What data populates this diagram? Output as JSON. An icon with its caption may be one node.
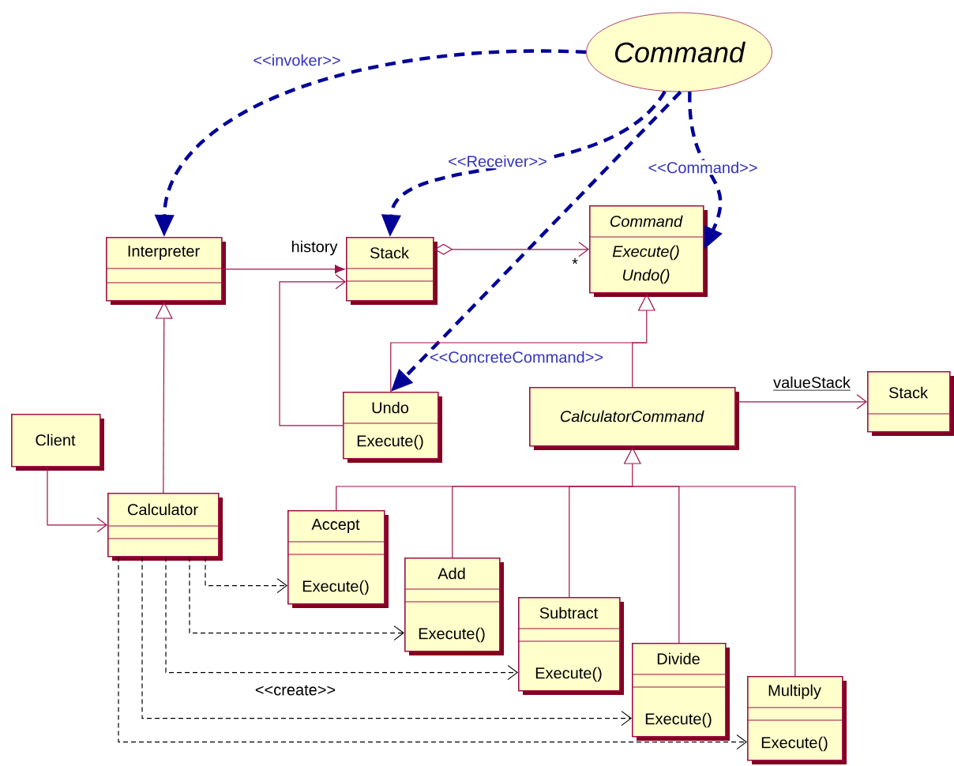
{
  "diagram": {
    "nodes": [
      {
        "text": [
          "Command"
        ]
      },
      {
        "text": [
          "Interpreter"
        ]
      },
      {
        "text": [
          "Stack"
        ]
      },
      {
        "text": [
          "Command",
          "Execute()",
          "Undo()"
        ]
      },
      {
        "text": [
          "Undo",
          "Execute()"
        ]
      },
      {
        "text": [
          "CalculatorCommand"
        ]
      },
      {
        "text": [
          "Stack"
        ]
      },
      {
        "text": [
          "Client"
        ]
      },
      {
        "text": [
          "Calculator"
        ]
      },
      {
        "text": [
          "Accept",
          "Execute()"
        ]
      },
      {
        "text": [
          "Add",
          "Execute()"
        ]
      },
      {
        "text": [
          "Subtract",
          "Execute()"
        ]
      },
      {
        "text": [
          "Divide",
          "Execute()"
        ]
      },
      {
        "text": [
          "Multiply",
          "Execute()"
        ]
      }
    ],
    "edges": [
      {
        "from": 0,
        "to": 1,
        "arrow": "to",
        "label": "<<invoker>>",
        "style": "dashed",
        "color": "#000099"
      },
      {
        "from": 0,
        "to": 2,
        "arrow": "to",
        "label": "<<Receiver>>",
        "style": "dashed",
        "color": "#000099"
      },
      {
        "from": 0,
        "to": 3,
        "arrow": "to",
        "label": "<<Command>>",
        "style": "dashed",
        "color": "#000099"
      },
      {
        "from": 0,
        "to": 4,
        "arrow": "to",
        "label": "<<ConcreteCommand>>",
        "style": "dashed",
        "color": "#000099"
      },
      {
        "from": 1,
        "to": 2,
        "arrow": "to",
        "label": "history"
      },
      {
        "from": 2,
        "to": 3,
        "arrow": "to"
      },
      {
        "from": 4,
        "to": 2,
        "arrow": "to"
      },
      {
        "from": 8,
        "to": 1,
        "arrow": "to"
      },
      {
        "from": 4,
        "to": 3,
        "arrow": "to"
      },
      {
        "from": 5,
        "to": 3,
        "arrow": "to"
      },
      {
        "from": 5,
        "to": 6,
        "arrow": "to",
        "label": "valueStack"
      },
      {
        "from": 7,
        "to": 8,
        "arrow": "to"
      },
      {
        "from": 9,
        "to": 5,
        "arrow": "to"
      },
      {
        "from": 10,
        "to": 5,
        "arrow": "to"
      },
      {
        "from": 11,
        "to": 5,
        "arrow": "to"
      },
      {
        "from": 12,
        "to": 5,
        "arrow": "to"
      },
      {
        "from": 13,
        "to": 5,
        "arrow": "to"
      },
      {
        "from": 8,
        "to": 9,
        "arrow": "to",
        "style": "dashed",
        "color": "#000000"
      },
      {
        "from": 8,
        "to": 10,
        "arrow": "to",
        "style": "dashed",
        "color": "#000000"
      },
      {
        "from": 8,
        "to": 11,
        "arrow": "to",
        "style": "dashed",
        "color": "#000000"
      },
      {
        "from": 8,
        "to": 12,
        "arrow": "to",
        "style": "dashed",
        "color": "#000000",
        "label": "<<create>>"
      },
      {
        "from": 8,
        "to": 13,
        "arrow": "to",
        "style": "dashed",
        "color": "#000000"
      }
    ],
    "labels": [
      "*"
    ]
  }
}
